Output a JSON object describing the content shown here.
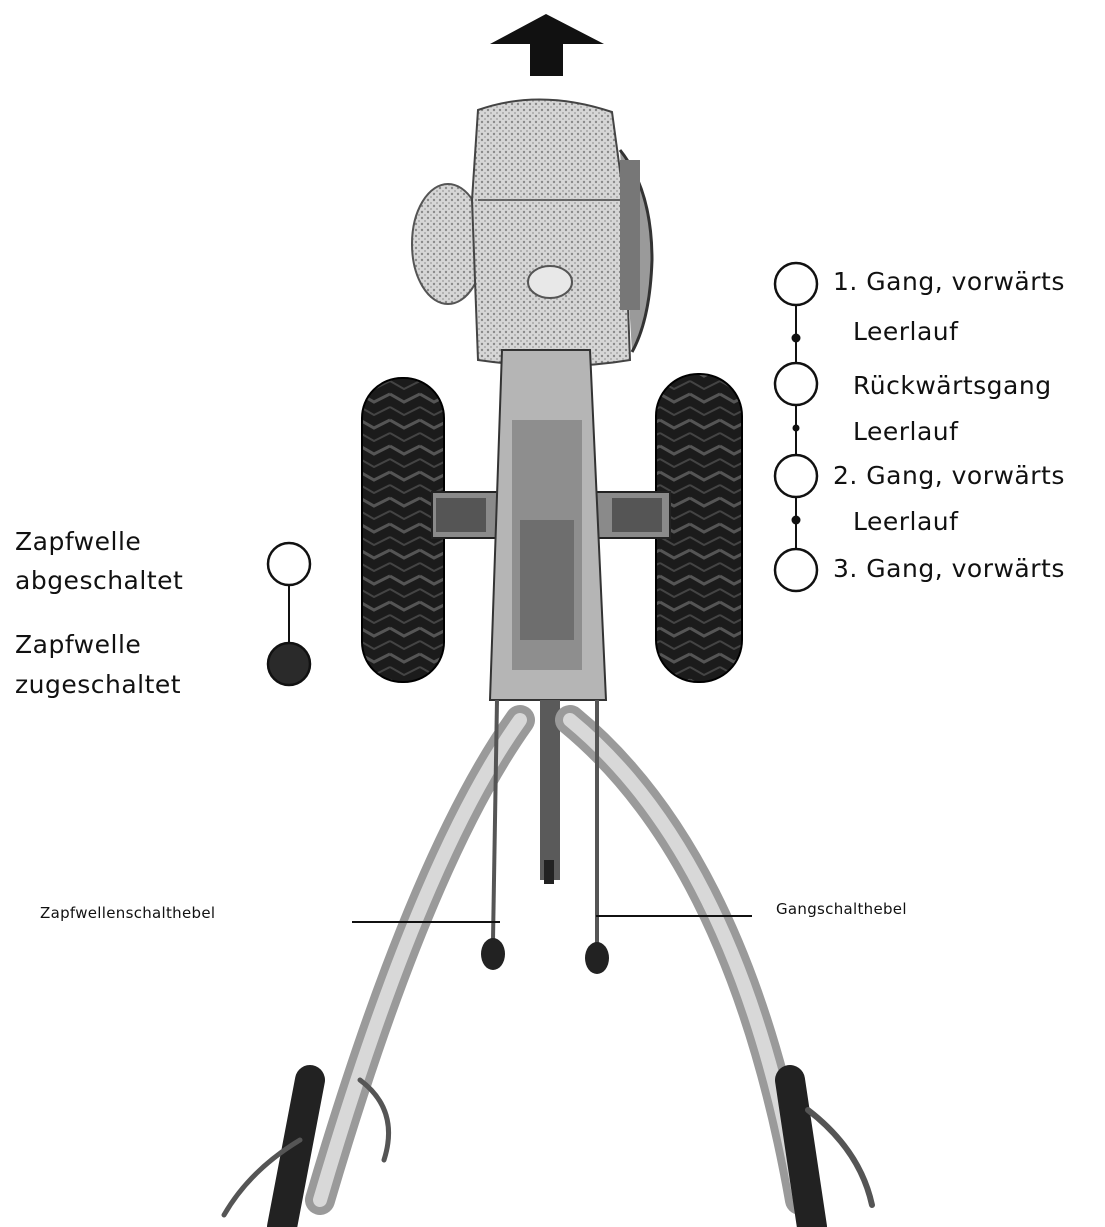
{
  "colors": {
    "ink": "#111111",
    "body": "#cfcfcf",
    "tire": "#1a1a1a",
    "paper": "#ffffff"
  },
  "icons": {
    "direction": "arrow-up-icon",
    "position_open": "open-circle-icon",
    "position_filled": "filled-circle-icon"
  },
  "gear_positions": [
    {
      "label": "1. Gang, vorwärts"
    },
    {
      "label": "Leerlauf"
    },
    {
      "label": "Rückwärtsgang"
    },
    {
      "label": "Leerlauf"
    },
    {
      "label": "2. Gang, vorwärts"
    },
    {
      "label": "Leerlauf"
    },
    {
      "label": "3. Gang, vorwärts"
    }
  ],
  "pto_positions": [
    {
      "label_line1": "Zapfwelle",
      "label_line2": "abgeschaltet"
    },
    {
      "label_line1": "Zapfwelle",
      "label_line2": "zugeschaltet"
    }
  ],
  "callouts": {
    "pto_lever": "Zapfwellenschalthebel",
    "gear_lever": "Gangschalthebel"
  }
}
